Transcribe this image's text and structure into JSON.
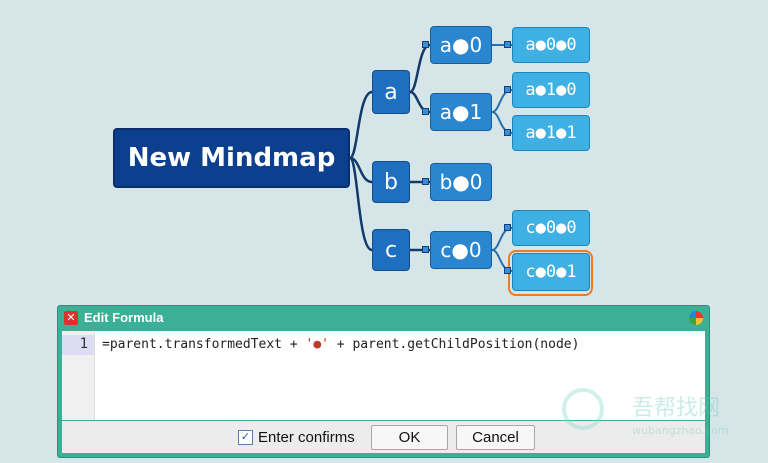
{
  "mindmap": {
    "root": "New Mindmap",
    "a": "a",
    "b": "b",
    "c": "c",
    "a0": "a●0",
    "a1": "a●1",
    "b0": "b●0",
    "c0": "c●0",
    "a00": "a●0●0",
    "a10": "a●1●0",
    "a11": "a●1●1",
    "c00": "c●0●0",
    "c01": "c●0●1",
    "selected_node": "c●0●1"
  },
  "dialog": {
    "title": "Edit Formula",
    "line_number": "1",
    "formula_part1": "=parent.transformedText + ",
    "formula_string": "'●'",
    "formula_part2": " + parent.getChildPosition(node)",
    "enter_confirms_label": "Enter confirms",
    "enter_confirms_checked": true,
    "ok_label": "OK",
    "cancel_label": "Cancel"
  },
  "watermark": {
    "title": "吾帮找网",
    "subtitle": "wubangzhao.com"
  },
  "colors": {
    "background": "#d6e6e8",
    "root_node": "#0d3f8f",
    "level1_node": "#1e6fbf",
    "level2_node": "#2986cf",
    "level3_node": "#3fb0e4",
    "selection": "#f07a1e",
    "dialog_frame": "#3cb096"
  }
}
